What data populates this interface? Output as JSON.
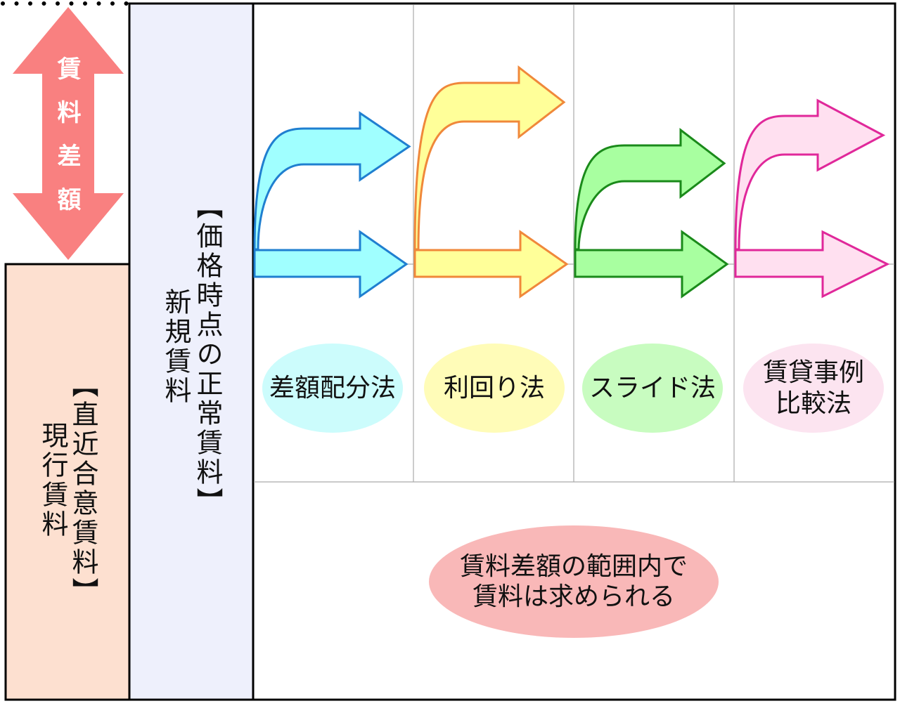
{
  "rent_gap_arrow": {
    "label": "賃料差額",
    "color": "#f98080"
  },
  "current_rent": {
    "label": "現行賃料",
    "bracket_label": "【直近合意賃料】",
    "fill": "#fde0d0"
  },
  "new_rent": {
    "label": "新規賃料",
    "bracket_label": "【価格時点の正常賃料】",
    "fill": "#eef0fc"
  },
  "methods": [
    {
      "label": "差額配分法",
      "stroke": "#1f7fd0",
      "fill": "#a0ffff",
      "bubble": "#ccfcfc"
    },
    {
      "label": "利回り法",
      "stroke": "#f0883a",
      "fill": "#ffff99",
      "bubble": "#fffcb8"
    },
    {
      "label": "スライド法",
      "stroke": "#1a8a1a",
      "fill": "#a8ffa0",
      "bubble": "#c8fcc0"
    },
    {
      "label": "賃貸事例\n比較法",
      "stroke": "#e0289a",
      "fill": "#ffe0f0",
      "bubble": "#fce4f0"
    }
  ],
  "conclusion": {
    "label": "賃料差額の範囲内で\n賃料は求められる",
    "fill": "#f9b8b8"
  }
}
